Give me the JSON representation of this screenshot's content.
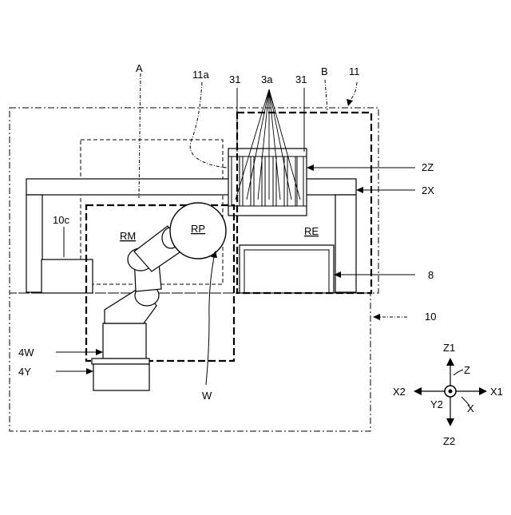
{
  "labels": {
    "A": "A",
    "B": "B",
    "ref_11": "11",
    "ref_11a": "11a",
    "ref_31_left": "31",
    "ref_31_right": "31",
    "ref_3a": "3a",
    "ref_2Z": "2Z",
    "ref_2X": "2X",
    "ref_10c": "10c",
    "RM": "RM",
    "RP": "RP",
    "RE": "RE",
    "ref_8": "8",
    "ref_10": "10",
    "ref_4W": "4W",
    "ref_4Y": "4Y",
    "W": "W"
  },
  "axes": {
    "Z1": "Z1",
    "Z": "Z",
    "X2": "X2",
    "X1": "X1",
    "Y2": "Y2",
    "X": "X",
    "Z2": "Z2"
  }
}
